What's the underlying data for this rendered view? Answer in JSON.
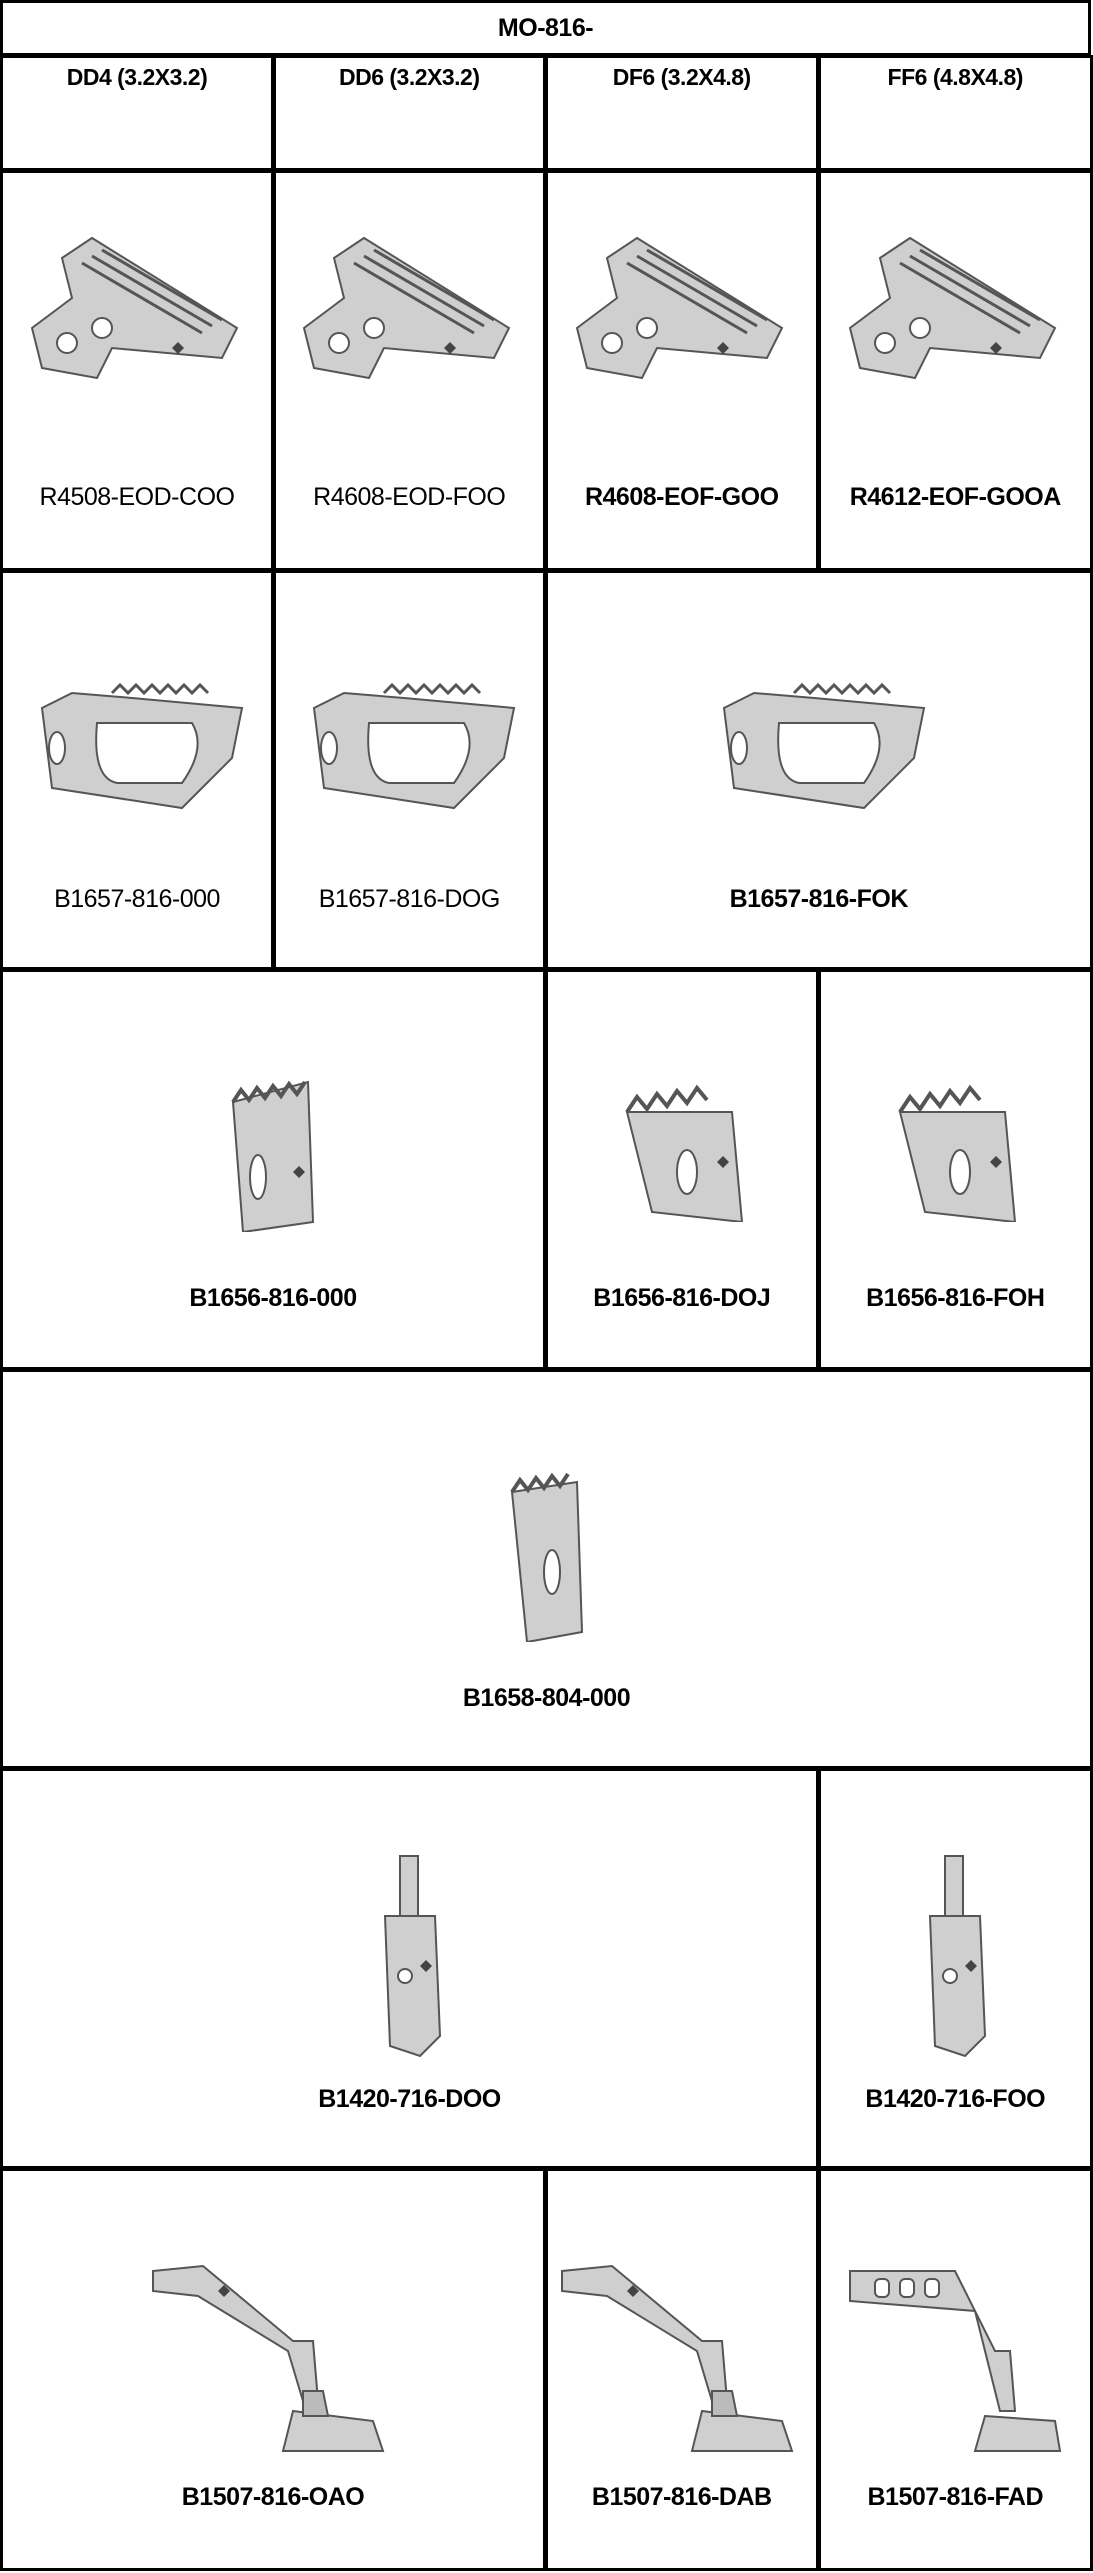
{
  "title": "MO-816-",
  "column_headers": [
    "DD4 (3.2X3.2)",
    "DD6 (3.2X3.2)",
    "DF6 (3.2X4.8)",
    "FF6 (4.8X4.8)"
  ],
  "rows": [
    {
      "cells": [
        {
          "part": "R4508-EOD-COO",
          "icon": "needle-plate-icon",
          "span": 1,
          "bold": false
        },
        {
          "part": "R4608-EOD-FOO",
          "icon": "needle-plate-icon",
          "span": 1,
          "bold": false
        },
        {
          "part": "R4608-EOF-GOO",
          "icon": "needle-plate-icon",
          "span": 1,
          "bold": true
        },
        {
          "part": "R4612-EOF-GOOA",
          "icon": "needle-plate-icon",
          "span": 1,
          "bold": true
        }
      ]
    },
    {
      "cells": [
        {
          "part": "B1657-816-000",
          "icon": "main-feed-dog-icon",
          "span": 1,
          "bold": false
        },
        {
          "part": "B1657-816-DOG",
          "icon": "main-feed-dog-icon",
          "span": 1,
          "bold": false
        },
        {
          "part": "B1657-816-FOK",
          "icon": "main-feed-dog-icon",
          "span": 2,
          "bold": true
        }
      ]
    },
    {
      "cells": [
        {
          "part": "B1656-816-000",
          "icon": "differential-feed-dog-icon",
          "span": 2,
          "bold": true
        },
        {
          "part": "B1656-816-DOJ",
          "icon": "differential-feed-dog-wide-icon",
          "span": 1,
          "bold": true
        },
        {
          "part": "B1656-816-FOH",
          "icon": "differential-feed-dog-wide-icon",
          "span": 1,
          "bold": true
        }
      ]
    },
    {
      "cells": [
        {
          "part": "B1658-804-000",
          "icon": "auxiliary-feed-dog-icon",
          "span": 4,
          "bold": true
        }
      ]
    },
    {
      "cells": [
        {
          "part": "B1420-716-DOO",
          "icon": "needle-clamp-icon",
          "span": 3,
          "bold": true
        },
        {
          "part": "B1420-716-FOO",
          "icon": "needle-clamp-icon",
          "span": 1,
          "bold": true
        }
      ]
    },
    {
      "cells": [
        {
          "part": "B1507-816-OAO",
          "icon": "presser-foot-icon",
          "span": 2,
          "bold": true
        },
        {
          "part": "B1507-816-DAB",
          "icon": "presser-foot-icon",
          "span": 1,
          "bold": true
        },
        {
          "part": "B1507-816-FAD",
          "icon": "presser-foot-slotted-icon",
          "span": 1,
          "bold": true
        }
      ]
    }
  ]
}
